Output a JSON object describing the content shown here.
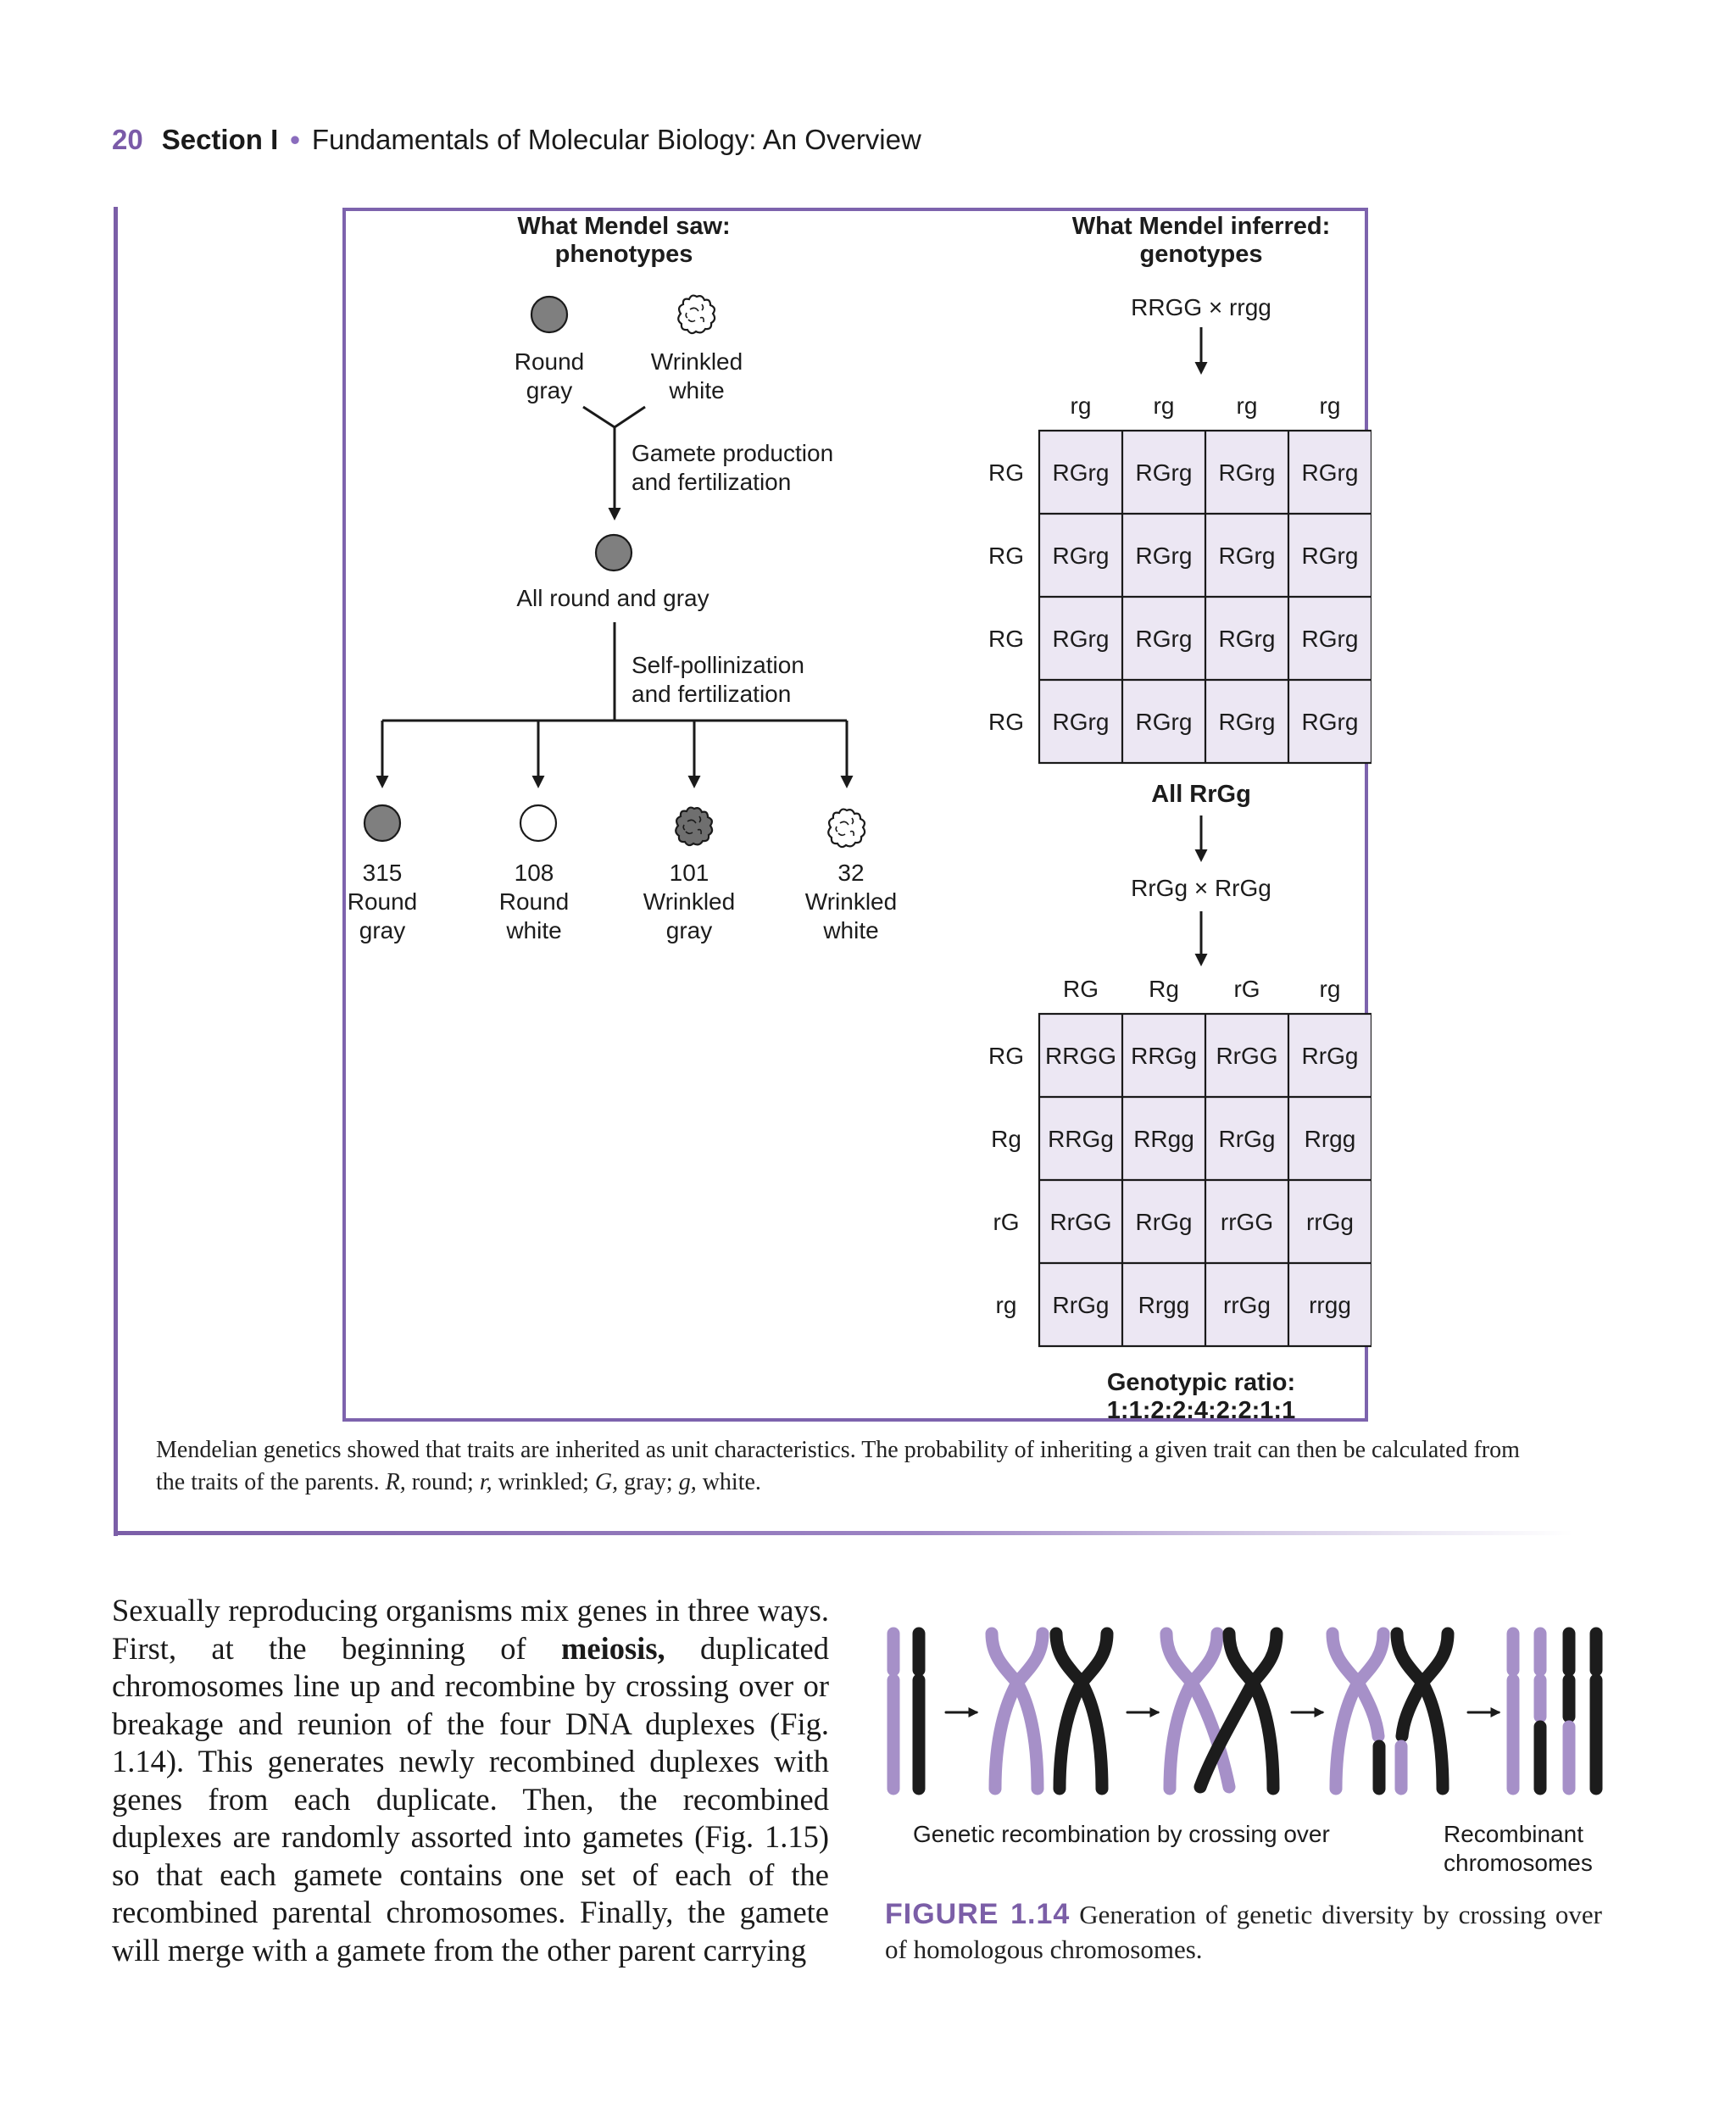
{
  "header": {
    "page_number": "20",
    "section": "Section I",
    "separator": "•",
    "title": "Fundamentals of Molecular Biology: An Overview"
  },
  "figure_113": {
    "left_heading": [
      "What Mendel saw:",
      "phenotypes"
    ],
    "right_heading": [
      "What Mendel inferred:",
      "genotypes"
    ],
    "parent1": [
      "Round",
      "gray"
    ],
    "parent2": [
      "Wrinkled",
      "white"
    ],
    "step1": [
      "Gamete production",
      "and fertilization"
    ],
    "f1": "All round and gray",
    "step2": [
      "Self-pollinization",
      "and fertilization"
    ],
    "f2": [
      {
        "count": "315",
        "shape": "Round",
        "color": "gray"
      },
      {
        "count": "108",
        "shape": "Round",
        "color": "white"
      },
      {
        "count": "101",
        "shape": "Wrinkled",
        "color": "gray"
      },
      {
        "count": "32",
        "shape": "Wrinkled",
        "color": "white"
      }
    ],
    "cross1": "RRGG × rrgg",
    "grid1": {
      "col_headers": [
        "rg",
        "rg",
        "rg",
        "rg"
      ],
      "row_headers": [
        "RG",
        "RG",
        "RG",
        "RG"
      ],
      "cells": [
        [
          "RGrg",
          "RGrg",
          "RGrg",
          "RGrg"
        ],
        [
          "RGrg",
          "RGrg",
          "RGrg",
          "RGrg"
        ],
        [
          "RGrg",
          "RGrg",
          "RGrg",
          "RGrg"
        ],
        [
          "RGrg",
          "RGrg",
          "RGrg",
          "RGrg"
        ]
      ]
    },
    "result1": "All RrGg",
    "cross2": "RrGg × RrGg",
    "grid2": {
      "col_headers": [
        "RG",
        "Rg",
        "rG",
        "rg"
      ],
      "row_headers": [
        "RG",
        "Rg",
        "rG",
        "rg"
      ],
      "cells": [
        [
          "RRGG",
          "RRGg",
          "RrGG",
          "RrGg"
        ],
        [
          "RRGg",
          "RRgg",
          "RrGg",
          "Rrgg"
        ],
        [
          "RrGG",
          "RrGg",
          "rrGG",
          "rrGg"
        ],
        [
          "RrGg",
          "Rrgg",
          "rrGg",
          "rrgg"
        ]
      ]
    },
    "ratio": [
      "Genotypic ratio:",
      "1:1:2:2:4:2:2:1:1"
    ],
    "caption_parts": [
      "Mendelian genetics showed that traits are inherited as unit characteristics. The probability of inheriting a given trait can then be calculated from the traits of the parents. ",
      "R,",
      " round; ",
      "r,",
      " wrinkled; ",
      "G,",
      " gray; ",
      "g,",
      " white."
    ]
  },
  "body": {
    "parts": [
      "Sexually reproducing organisms mix genes in three ways. First, at the beginning of ",
      "meiosis,",
      " duplicated chromosomes line up and recombine by crossing over or breakage and reunion of the four DNA duplexes (Fig. 1.14). This generates newly recombined duplexes with genes from each duplicate. Then, the recombined duplexes are randomly assorted into gametes (Fig. 1.15) so that each gamete contains one set of each of the recombined parental chromosomes. Finally, the gamete will merge with a gamete from the other parent carrying"
    ]
  },
  "figure_114": {
    "label_left": "Genetic recombination by crossing over",
    "label_right": [
      "Recombinant",
      "chromosomes"
    ],
    "caption_label": "FIGURE 1.14",
    "caption_text": "Generation of genetic diversity by crossing over of homologous chromosomes.",
    "colors": {
      "purple": "#a690c8",
      "black": "#1c1c1c"
    }
  }
}
